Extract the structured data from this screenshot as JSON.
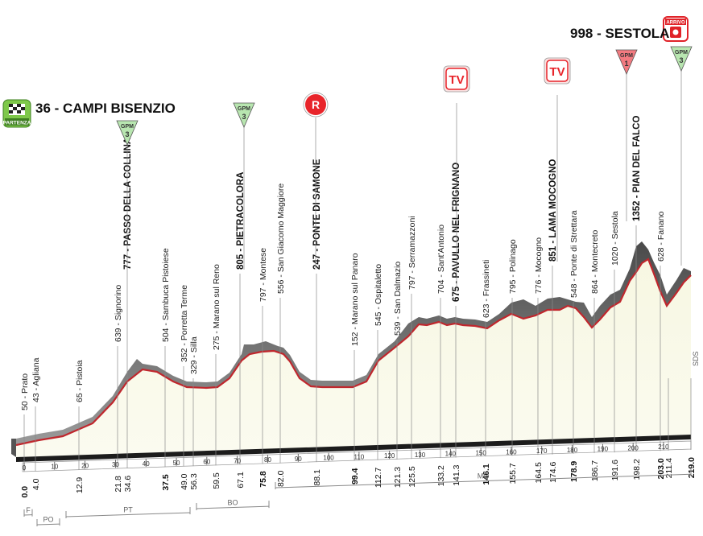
{
  "start": {
    "label": "36 - CAMPI BISENZIO",
    "badge": "PARTENZA"
  },
  "finish": {
    "label": "998 - SESTOLA",
    "badge": "ARRIVO"
  },
  "side_label": "SDS",
  "km_ticks": [
    "0",
    "10",
    "20",
    "30",
    "40",
    "50",
    "60",
    "70",
    "80",
    "90",
    "100",
    "110",
    "120",
    "130",
    "140",
    "150",
    "160",
    "170",
    "180",
    "190",
    "200",
    "210"
  ],
  "regions": [
    {
      "name": "F"
    },
    {
      "name": "PO"
    },
    {
      "name": "PT"
    },
    {
      "name": "BO"
    },
    {
      "name": "MO"
    }
  ],
  "waypoints": [
    {
      "label": "50 - Prato",
      "km": "0.0",
      "bold": false,
      "kmbold": true
    },
    {
      "label": "43 - Agliana",
      "km": "4.0",
      "bold": false,
      "kmbold": false
    },
    {
      "label": "65 - Pistoia",
      "km": "12.9",
      "bold": false,
      "kmbold": false
    },
    {
      "label": "639 - Signorino",
      "km": "21.8",
      "bold": false,
      "kmbold": false
    },
    {
      "label": "777 - PASSO DELLA COLLINA",
      "km": "34.6",
      "bold": true,
      "kmbold": false
    },
    {
      "label": "504 - Sambuca Pistoiese",
      "km": "37.5",
      "bold": false,
      "kmbold": true
    },
    {
      "label": "352 - Porretta Terme",
      "km": "49.0",
      "bold": false,
      "kmbold": false
    },
    {
      "label": "329 - Silla",
      "km": "56.3",
      "bold": false,
      "kmbold": false
    },
    {
      "label": "275 - Marano sul Reno",
      "km": "59.5",
      "bold": false,
      "kmbold": false
    },
    {
      "label": "805 - PIETRACOLORA",
      "km": "67.1",
      "bold": true,
      "kmbold": false
    },
    {
      "label": "797 - Montese",
      "km": "75.8",
      "bold": false,
      "kmbold": true
    },
    {
      "label": "556 - San Giacomo Maggiore",
      "km": "82.0",
      "bold": false,
      "kmbold": false
    },
    {
      "label": "247 - PONTE DI SAMONE",
      "km": "88.1",
      "bold": true,
      "kmbold": false
    },
    {
      "label": "152 - Marano sul Panaro",
      "km": "99.4",
      "bold": false,
      "kmbold": true
    },
    {
      "label": "545 - Ospitaletto",
      "km": "112.7",
      "bold": false,
      "kmbold": false
    },
    {
      "label": "539 - San Dalmazio",
      "km": "121.3",
      "bold": false,
      "kmbold": false
    },
    {
      "label": "797 - Serramazzoni",
      "km": "125.5",
      "bold": false,
      "kmbold": false
    },
    {
      "label": "704 - Sant'Antonio",
      "km": "133.2",
      "bold": false,
      "kmbold": false
    },
    {
      "label": "675 - PAVULLO NEL FRIGNANO",
      "km": "141.3",
      "bold": true,
      "kmbold": false
    },
    {
      "label": "623 - Frassineti",
      "km": "146.1",
      "bold": false,
      "kmbold": true
    },
    {
      "label": "795 - Polinago",
      "km": "155.7",
      "bold": false,
      "kmbold": false
    },
    {
      "label": "776 - Mocogno",
      "km": "164.5",
      "bold": false,
      "kmbold": false
    },
    {
      "label": "851 - LAMA MOCOGNO",
      "km": "174.6",
      "bold": true,
      "kmbold": false
    },
    {
      "label": "548 - Ponte di Strettara",
      "km": "178.9",
      "bold": false,
      "kmbold": true
    },
    {
      "label": "864 - Montecreto",
      "km": "186.7",
      "bold": false,
      "kmbold": false
    },
    {
      "label": "1020 - Sestola",
      "km": "191.6",
      "bold": false,
      "kmbold": false
    },
    {
      "label": "1352 - PIAN DEL FALCO",
      "km": "198.2",
      "bold": true,
      "kmbold": false
    },
    {
      "label": "628 - Fanano",
      "km": "203.0",
      "bold": false,
      "kmbold": true
    },
    {
      "label": "",
      "km": "211.4",
      "bold": false,
      "kmbold": false
    },
    {
      "label": "",
      "km": "219.0",
      "bold": false,
      "kmbold": true
    }
  ],
  "markers": [
    {
      "type": "gpm",
      "title": "GPM",
      "num": "3",
      "color": "#b8e6b0"
    },
    {
      "type": "gpm",
      "title": "GPM",
      "num": "3",
      "color": "#b8e6b0"
    },
    {
      "type": "rifornimento",
      "title": "R",
      "color": "#e8242a"
    },
    {
      "type": "tv",
      "title": "TV",
      "color": "#e8242a"
    },
    {
      "type": "tv",
      "title": "TV",
      "color": "#e8242a"
    },
    {
      "type": "gpm",
      "title": "GPM",
      "num": "1",
      "color": "#f27a80"
    },
    {
      "type": "gpm",
      "title": "GPM",
      "num": "3",
      "color": "#b8e6b0"
    }
  ]
}
